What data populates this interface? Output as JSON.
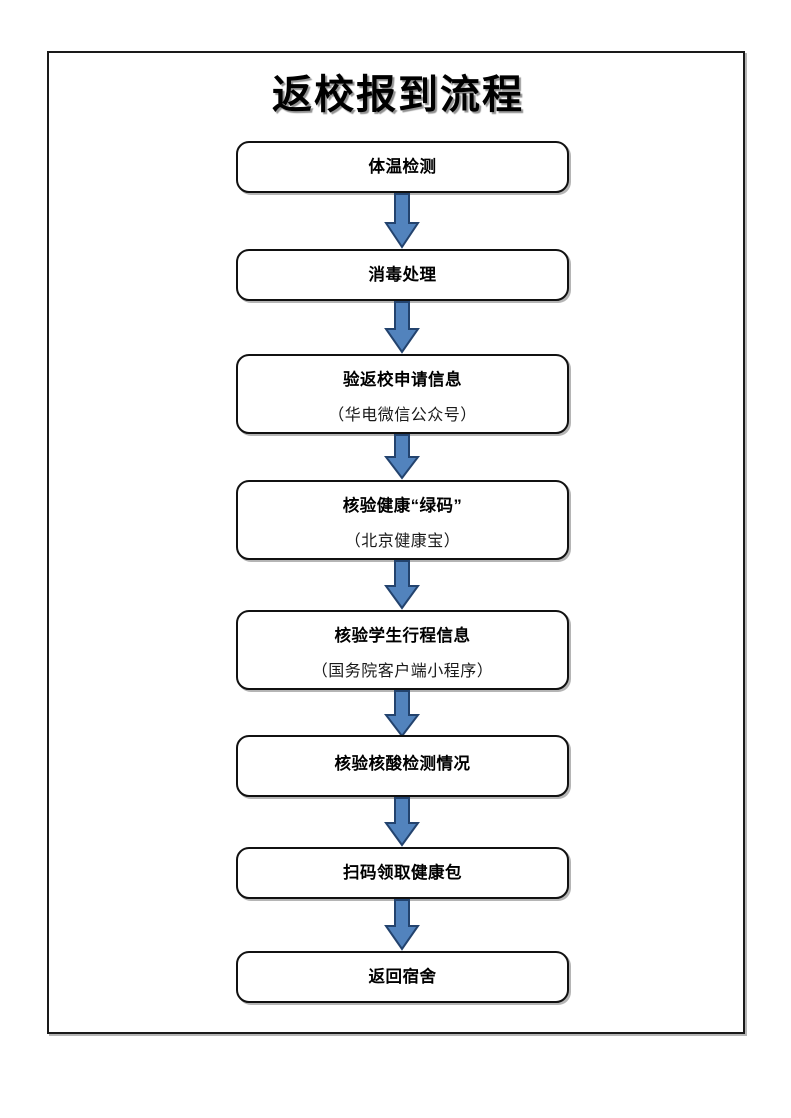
{
  "document": {
    "title": "返校报到流程",
    "frame_border_color": "#111111",
    "arrow_fill_color": "#5283bd",
    "arrow_stroke_color": "#23436e"
  },
  "flowchart": {
    "type": "vertical-process-flow",
    "orientation": "top-to-bottom",
    "node_count": 8,
    "arrow_count": 7,
    "nodes": [
      {
        "id": "step-1",
        "title": "体温检测",
        "sub": ""
      },
      {
        "id": "step-2",
        "title": "消毒处理",
        "sub": ""
      },
      {
        "id": "step-3",
        "title": "验返校申请信息",
        "sub": "（华电微信公众号）"
      },
      {
        "id": "step-4",
        "title": "核验健康“绿码”",
        "sub": "（北京健康宝）"
      },
      {
        "id": "step-5",
        "title": "核验学生行程信息",
        "sub": "（国务院客户端小程序）"
      },
      {
        "id": "step-6",
        "title": "核验核酸检测情况",
        "sub": ""
      },
      {
        "id": "step-7",
        "title": "扫码领取健康包",
        "sub": ""
      },
      {
        "id": "step-8",
        "title": "返回宿舍",
        "sub": ""
      }
    ],
    "arrows": [
      {
        "from": "step-1",
        "to": "step-2",
        "glyph": "down-arrow"
      },
      {
        "from": "step-2",
        "to": "step-3",
        "glyph": "down-arrow"
      },
      {
        "from": "step-3",
        "to": "step-4",
        "glyph": "down-arrow"
      },
      {
        "from": "step-4",
        "to": "step-5",
        "glyph": "down-arrow"
      },
      {
        "from": "step-5",
        "to": "step-6",
        "glyph": "down-arrow"
      },
      {
        "from": "step-6",
        "to": "step-7",
        "glyph": "down-arrow"
      },
      {
        "from": "step-7",
        "to": "step-8",
        "glyph": "down-arrow"
      }
    ]
  }
}
